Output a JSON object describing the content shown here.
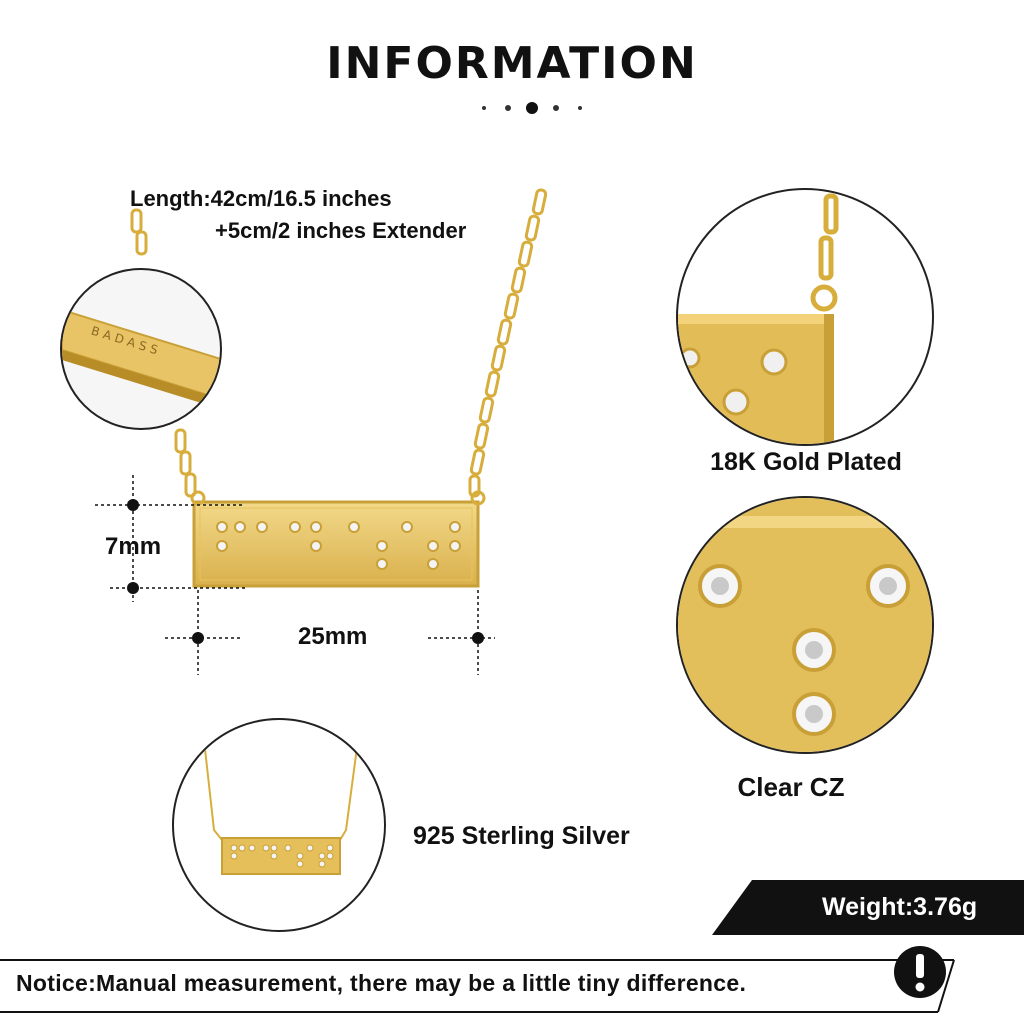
{
  "header": {
    "title": "INFORMATION"
  },
  "specs": {
    "length_line1": "Length:42cm/16.5 inches",
    "length_line2": "+5cm/2 inches Extender",
    "height": "7mm",
    "width": "25mm",
    "plating": "18K Gold Plated",
    "stone": "Clear CZ",
    "material": "925 Sterling Silver",
    "weight": "Weight:3.76g"
  },
  "engraving": {
    "text": "BADASS"
  },
  "notice": {
    "text": "Notice:Manual measurement, there may be a little tiny difference."
  },
  "icons": {
    "alert": "exclamation-icon",
    "divider": "dots-divider-icon"
  },
  "colors": {
    "gold": "#e8c35a",
    "gold_dark": "#c9a037",
    "text": "#111111",
    "banner": "#111111"
  }
}
